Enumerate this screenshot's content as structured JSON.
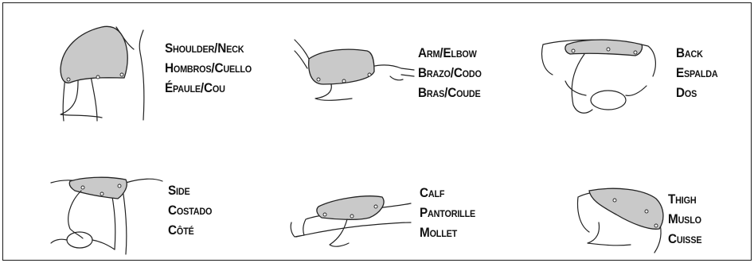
{
  "items": [
    {
      "key": "shoulder",
      "lines": [
        "Shoulder/Neck",
        "Hombros/Cuello",
        "Épaule/Cou"
      ]
    },
    {
      "key": "arm",
      "lines": [
        "Arm/Elbow",
        "Brazo/Codo",
        "Bras/Coude"
      ]
    },
    {
      "key": "back",
      "lines": [
        "Back",
        "Espalda",
        "Dos"
      ]
    },
    {
      "key": "side",
      "lines": [
        "Side",
        "Costado",
        "Côté"
      ]
    },
    {
      "key": "calf",
      "lines": [
        "Calf",
        "Pantorille",
        "Mollet"
      ]
    },
    {
      "key": "thigh",
      "lines": [
        "Thigh",
        "Muslo",
        "Cuisse"
      ]
    }
  ],
  "icons": [
    "shoulder-neck-illustration",
    "arm-elbow-illustration",
    "back-illustration",
    "side-illustration",
    "calf-illustration",
    "thigh-illustration"
  ],
  "colors": {
    "pad_fill": "#c9c9c9",
    "ink": "#111111",
    "border": "#1a1a1a"
  }
}
